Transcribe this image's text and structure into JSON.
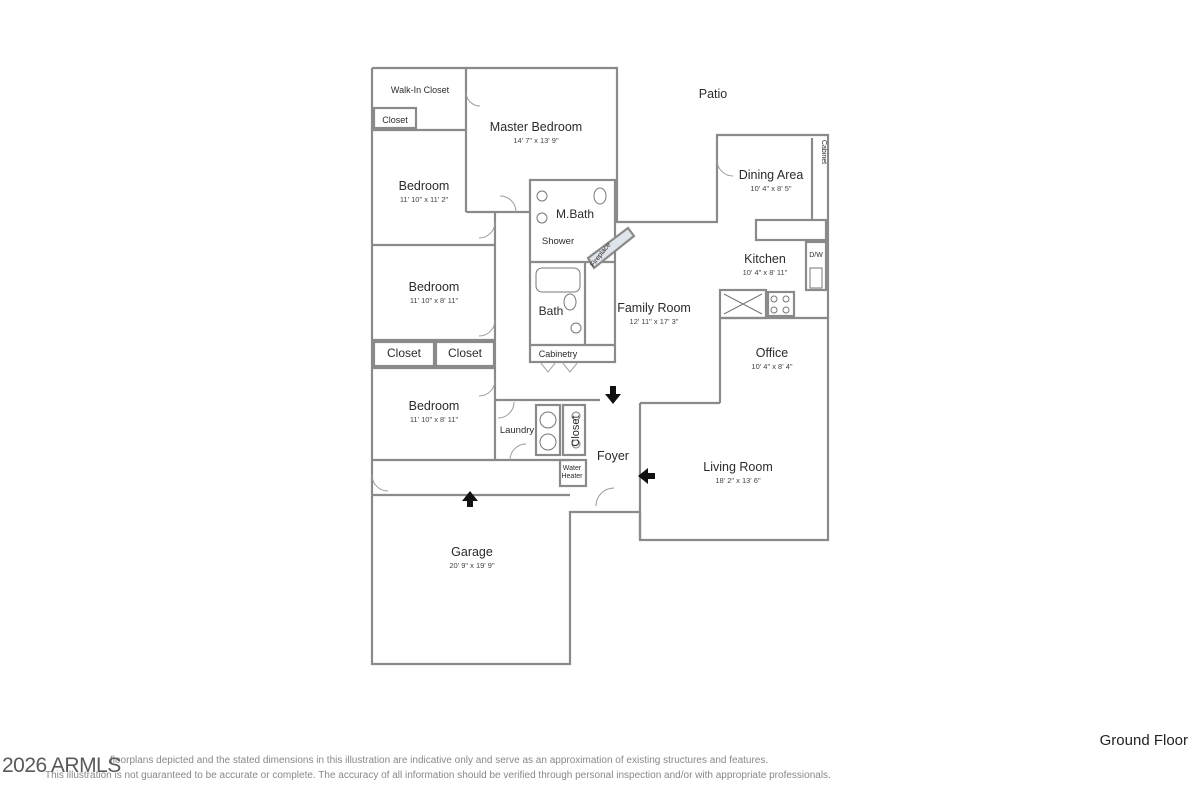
{
  "rooms": {
    "walk_in_closet": {
      "name": "Walk-In Closet"
    },
    "closet_1": {
      "name": "Closet"
    },
    "master_bedroom": {
      "name": "Master Bedroom",
      "dims": "14' 7\" x 13' 9\""
    },
    "patio": {
      "name": "Patio"
    },
    "bedroom_1": {
      "name": "Bedroom",
      "dims": "11' 10\" x 11' 2\""
    },
    "m_bath": {
      "name": "M.Bath"
    },
    "shower": {
      "name": "Shower"
    },
    "fireplace": {
      "name": "Fireplace"
    },
    "dining_area": {
      "name": "Dining Area",
      "dims": "10' 4\" x 8' 5\""
    },
    "cabinet": {
      "name": "Cabinet"
    },
    "dw": {
      "name": "D/W"
    },
    "kitchen": {
      "name": "Kitchen",
      "dims": "10' 4\" x 8' 11\""
    },
    "bedroom_2": {
      "name": "Bedroom",
      "dims": "11' 10\" x 8' 11\""
    },
    "bath": {
      "name": "Bath"
    },
    "family_room": {
      "name": "Family Room",
      "dims": "12' 11\" x 17' 3\""
    },
    "office": {
      "name": "Office",
      "dims": "10' 4\" x 8' 4\""
    },
    "closet_2": {
      "name": "Closet"
    },
    "closet_3": {
      "name": "Closet"
    },
    "cabinetry": {
      "name": "Cabinetry"
    },
    "bedroom_3": {
      "name": "Bedroom",
      "dims": "11' 10\" x 8' 11\""
    },
    "laundry": {
      "name": "Laundry"
    },
    "closet_4": {
      "name": "Closet"
    },
    "foyer": {
      "name": "Foyer"
    },
    "water_heater_1": {
      "name": "Water"
    },
    "water_heater_2": {
      "name": "Heater"
    },
    "living_room": {
      "name": "Living Room",
      "dims": "18' 2\" x 13' 6\""
    },
    "garage": {
      "name": "Garage",
      "dims": "20' 9\" x 19' 9\""
    }
  },
  "floor_label": "Ground Floor",
  "watermark": "2026 ARMLS",
  "disclaimer": [
    "floorplans depicted and the stated dimensions in this illustration are indicative only and serve as an approximation of existing structures and features.",
    "This illustration is not guaranteed to be accurate or complete. The accuracy of all information should be verified through personal inspection and/or with appropriate professionals."
  ],
  "colors": {
    "wall": "#8a8a8a",
    "wall_fill": "#ffffff",
    "text": "#2b2b2b",
    "disclaimer": "#888888"
  }
}
